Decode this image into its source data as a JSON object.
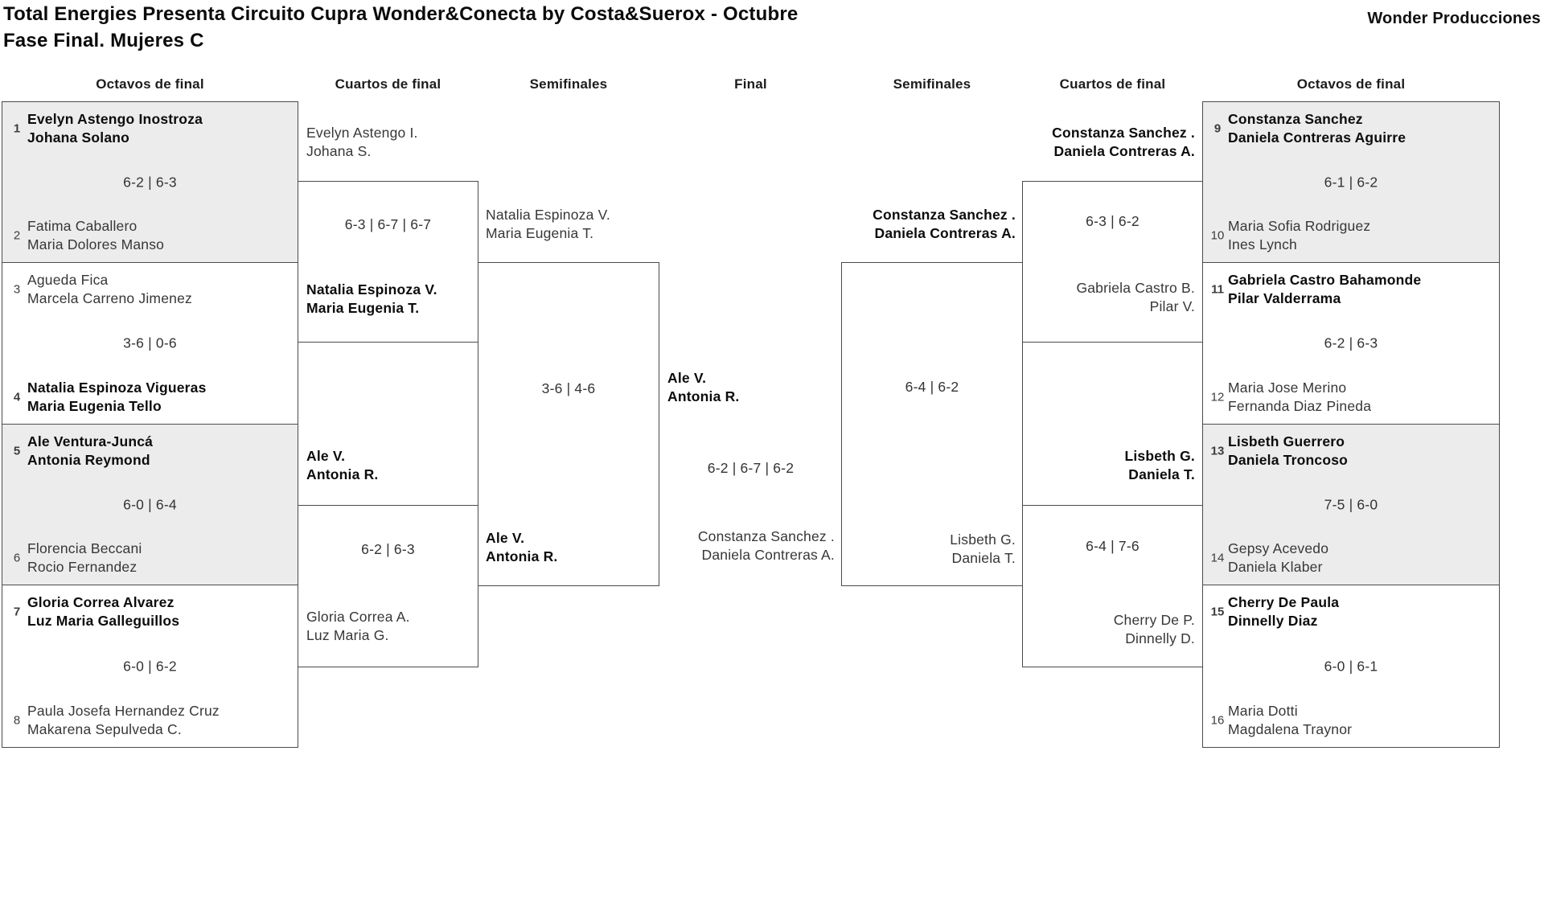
{
  "title_line1": "Total Energies Presenta Circuito Cupra Wonder&Conecta by Costa&Suerox - Octubre",
  "title_line2": "Fase Final. Mujeres C",
  "org": "Wonder Producciones",
  "headers": {
    "oct_l": "Octavos de final",
    "qf_l": "Cuartos de final",
    "sf_l": "Semifinales",
    "final": "Final",
    "sf_r": "Semifinales",
    "qf_r": "Cuartos de final",
    "oct_r": "Octavos de final"
  },
  "colors": {
    "shade": "#ececec",
    "border": "#4b4b4b"
  },
  "oct": {
    "m1": {
      "seed_a": "1",
      "a1": "Evelyn Astengo Inostroza",
      "a2": "Johana Solano",
      "score": "6-2 | 6-3",
      "seed_b": "2",
      "b1": "Fatima Caballero",
      "b2": "Maria Dolores Manso"
    },
    "m2": {
      "seed_a": "3",
      "a1": "Agueda Fica",
      "a2": "Marcela Carreno Jimenez",
      "score": "3-6 | 0-6",
      "seed_b": "4",
      "b1": "Natalia Espinoza Vigueras",
      "b2": "Maria Eugenia Tello"
    },
    "m3": {
      "seed_a": "5",
      "a1": "Ale Ventura-Juncá",
      "a2": "Antonia Reymond",
      "score": "6-0 | 6-4",
      "seed_b": "6",
      "b1": "Florencia Beccani",
      "b2": "Rocio Fernandez"
    },
    "m4": {
      "seed_a": "7",
      "a1": "Gloria Correa Alvarez",
      "a2": "Luz Maria Galleguillos",
      "score": "6-0 | 6-2",
      "seed_b": "8",
      "b1": "Paula Josefa Hernandez Cruz",
      "b2": "Makarena Sepulveda C."
    },
    "m5": {
      "seed_a": "9",
      "a1": "Constanza Sanchez",
      "a2": "Daniela Contreras Aguirre",
      "score": "6-1 | 6-2",
      "seed_b": "10",
      "b1": "Maria Sofia Rodriguez",
      "b2": "Ines Lynch"
    },
    "m6": {
      "seed_a": "11",
      "a1": "Gabriela Castro Bahamonde",
      "a2": "Pilar Valderrama",
      "score": "6-2 | 6-3",
      "seed_b": "12",
      "b1": "Maria Jose Merino",
      "b2": "Fernanda Diaz Pineda"
    },
    "m7": {
      "seed_a": "13",
      "a1": "Lisbeth Guerrero",
      "a2": "Daniela Troncoso",
      "score": "7-5 | 6-0",
      "seed_b": "14",
      "b1": "Gepsy Acevedo",
      "b2": "Daniela Klaber"
    },
    "m8": {
      "seed_a": "15",
      "a1": "Cherry De Paula",
      "a2": "Dinnelly Diaz",
      "score": "6-0 | 6-1",
      "seed_b": "16",
      "b1": "Maria Dotti",
      "b2": "Magdalena Traynor"
    }
  },
  "qf": {
    "q1": {
      "top1": "Evelyn Astengo I.",
      "top2": "Johana S.",
      "score": "6-3 | 6-7 | 6-7",
      "bot1": "Natalia Espinoza V.",
      "bot2": "Maria Eugenia T."
    },
    "q2": {
      "top1": "Ale V.",
      "top2": "Antonia R.",
      "score": "6-2 | 6-3",
      "bot1": "Gloria Correa A.",
      "bot2": "Luz Maria G."
    },
    "q3": {
      "top1": "Constanza Sanchez .",
      "top2": "Daniela Contreras A.",
      "score": "6-3 | 6-2",
      "bot1": "Gabriela Castro B.",
      "bot2": "Pilar V."
    },
    "q4": {
      "top1": "Lisbeth G.",
      "top2": "Daniela T.",
      "score": "6-4 | 7-6",
      "bot1": "Cherry De P.",
      "bot2": "Dinnelly D."
    }
  },
  "sf": {
    "s1": {
      "top1": "Natalia Espinoza V.",
      "top2": "Maria Eugenia T.",
      "score": "3-6 | 4-6",
      "bot1": "Ale V.",
      "bot2": "Antonia R."
    },
    "s2": {
      "top1": "Constanza Sanchez .",
      "top2": "Daniela Contreras A.",
      "score": "6-4 | 6-2",
      "bot1": "Lisbeth G.",
      "bot2": "Daniela T."
    }
  },
  "final": {
    "win1": "Ale V.",
    "win2": "Antonia R.",
    "score": "6-2 | 6-7 | 6-2",
    "run1": "Constanza Sanchez .",
    "run2": "Daniela Contreras A."
  }
}
